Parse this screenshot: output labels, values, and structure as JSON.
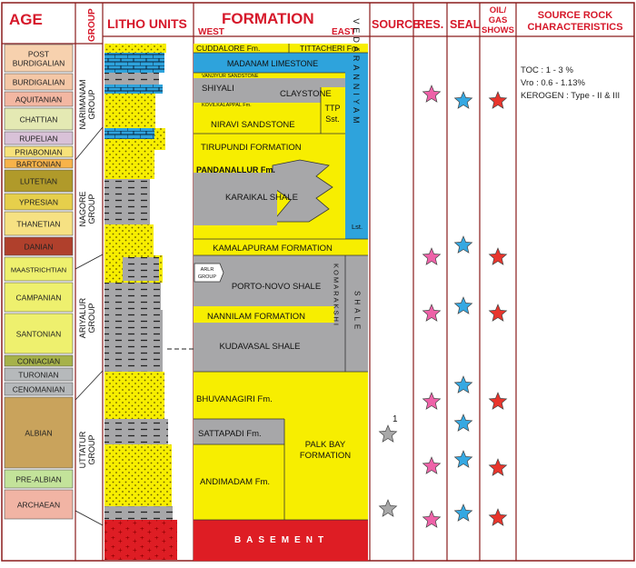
{
  "headers": {
    "age": "AGE",
    "group": "GROUP",
    "litho": "LITHO UNITS",
    "formation": "FORMATION",
    "west": "WEST",
    "east": "EAST",
    "source": "SOURCE",
    "res": "RES.",
    "seal": "SEAL",
    "oil_gas_shows": [
      "OIL/",
      "GAS",
      "SHOWS"
    ],
    "src_char": [
      "SOURCE ROCK",
      "CHARACTERISTICS"
    ]
  },
  "ages": [
    {
      "lines": [
        "POST",
        "BURDIGALIAN"
      ],
      "color": "#f7d1ae"
    },
    {
      "lines": [
        "BURDIGALIAN"
      ],
      "color": "#f4c7a6"
    },
    {
      "lines": [
        "AQUITANIAN"
      ],
      "color": "#f3b7a2"
    },
    {
      "lines": [
        "CHATTIAN"
      ],
      "color": "#e4e9b3"
    },
    {
      "lines": [
        "RUPELIAN"
      ],
      "color": "#d9c2d8"
    },
    {
      "lines": [
        "PRIABONIAN"
      ],
      "color": "#f7e27a"
    },
    {
      "lines": [
        "BARTONIAN"
      ],
      "color": "#f7b34a"
    },
    {
      "lines": [
        "LUTETIAN"
      ],
      "color": "#b09a2a"
    },
    {
      "lines": [
        "YPRESIAN"
      ],
      "color": "#e6cf4b"
    },
    {
      "lines": [
        "THANETIAN"
      ],
      "color": "#f6e183"
    },
    {
      "lines": [
        "DANIAN"
      ],
      "color": "#b0402c"
    },
    {
      "lines": [
        "MAASTRICHTIAN"
      ],
      "color": "#eef06e"
    },
    {
      "lines": [
        "CAMPANIAN"
      ],
      "color": "#eef06e"
    },
    {
      "lines": [
        "SANTONIAN"
      ],
      "color": "#eef06e"
    },
    {
      "lines": [
        "CONIACIAN"
      ],
      "color": "#a6b24a"
    },
    {
      "lines": [
        "TURONIAN"
      ],
      "color": "#b6b9bb"
    },
    {
      "lines": [
        "CENOMANIAN"
      ],
      "color": "#b6b9bb"
    },
    {
      "lines": [
        "ALBIAN"
      ],
      "color": "#c9a35c"
    },
    {
      "lines": [
        "PRE-ALBIAN"
      ],
      "color": "#c3e39a"
    },
    {
      "lines": [
        "ARCHAEAN"
      ],
      "color": "#f1b4a4"
    }
  ],
  "groups": [
    {
      "name": "NARIMANAM",
      "sub": "GROUP"
    },
    {
      "name": "NAGORE",
      "sub": "GROUP"
    },
    {
      "name": "ARIYALUR",
      "sub": "GROUP"
    },
    {
      "name": "UTTATUR",
      "sub": "GROUP"
    }
  ],
  "formations": {
    "cuddalore": "CUDDALORE Fm.",
    "tittacheri": "TITTACHERI Fm.",
    "madanam": "MADANAM LIMESTONE",
    "vanjiyur": "VANJIYUR SANDSTONE",
    "shiyali": "SHIYALI",
    "claystone": "CLAYSTONE",
    "kovilkalappal": "KOVILKALAPPAL Fm.",
    "niravi": "NIRAVI SANDSTONE",
    "ttp": [
      "TTP",
      "Sst."
    ],
    "tirupundi": "TIRUPUNDI FORMATION",
    "pandanallur": "PANDANALLUR Fm.",
    "karaikal": "KARAIKAL SHALE",
    "vedaranniyam": "VEDARANNIYAM",
    "lst": "Lst.",
    "kamalapuram": "KAMALAPURAM FORMATION",
    "arlr": [
      "ARLR",
      "GROUP"
    ],
    "portonovo": "PORTO-NOVO SHALE",
    "komarakshi": "KOMARAKSHI",
    "shale": "SHALE",
    "nannilam": "NANNILAM FORMATION",
    "kudavasal": "KUDAVASAL SHALE",
    "bhuvanagiri": "BHUVANAGIRI Fm.",
    "sattapadi": "SATTAPADI Fm.",
    "palkbay": [
      "PALK BAY",
      "FORMATION"
    ],
    "andimadam": "ANDIMADAM Fm.",
    "basement": "BASEMENT"
  },
  "source_rock": {
    "toc": "TOC  :  1 - 3 %",
    "vro": "Vro   :  0.6 - 1.13%",
    "kerogen": "KEROGEN : Type - II & III"
  },
  "star_note": "1",
  "colors": {
    "border": "#8a1c1c",
    "header_red": "#d6182a",
    "sand": "#f7ee00",
    "shale": "#a7a7a9",
    "limestone": "#2ea3dc",
    "basement": "#de1d24",
    "source_star": "#a8a8a8",
    "res_star": "#ee62a8",
    "seal_star": "#35a8e2",
    "show_star": "#e8352c"
  }
}
